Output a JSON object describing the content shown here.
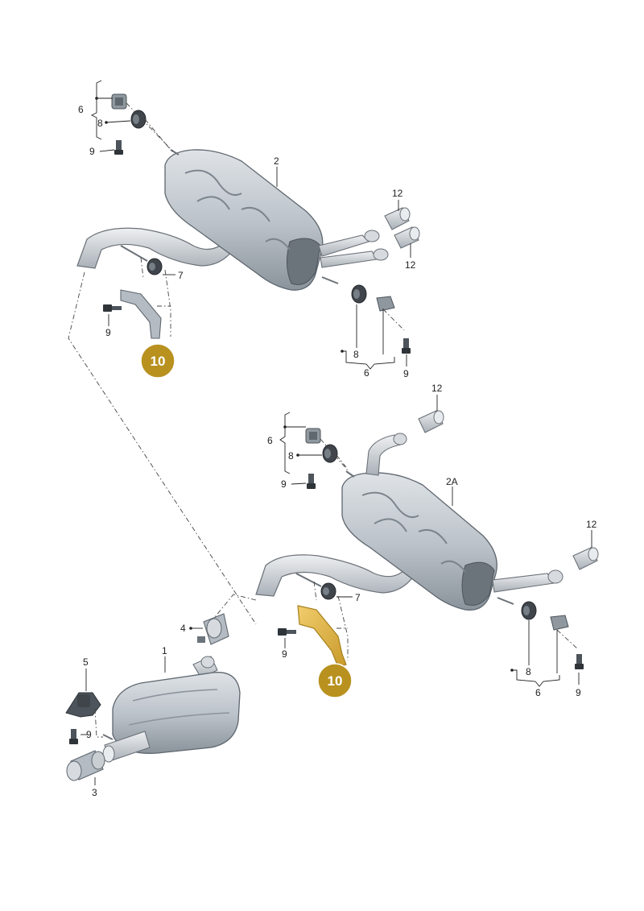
{
  "diagram": {
    "callouts": {
      "c2": "2",
      "c2a": "2A",
      "c1": "1",
      "c3": "3",
      "c4": "4",
      "c5": "5",
      "c6": "6",
      "c7": "7",
      "c8": "8",
      "c9": "9",
      "c10": "10",
      "c12": "12"
    },
    "colors": {
      "highlight_badge": "#b8911f",
      "highlight_part": "#e0b64a",
      "muffler_fill": "#c3c9cf",
      "muffler_dark": "#6b737b"
    }
  }
}
